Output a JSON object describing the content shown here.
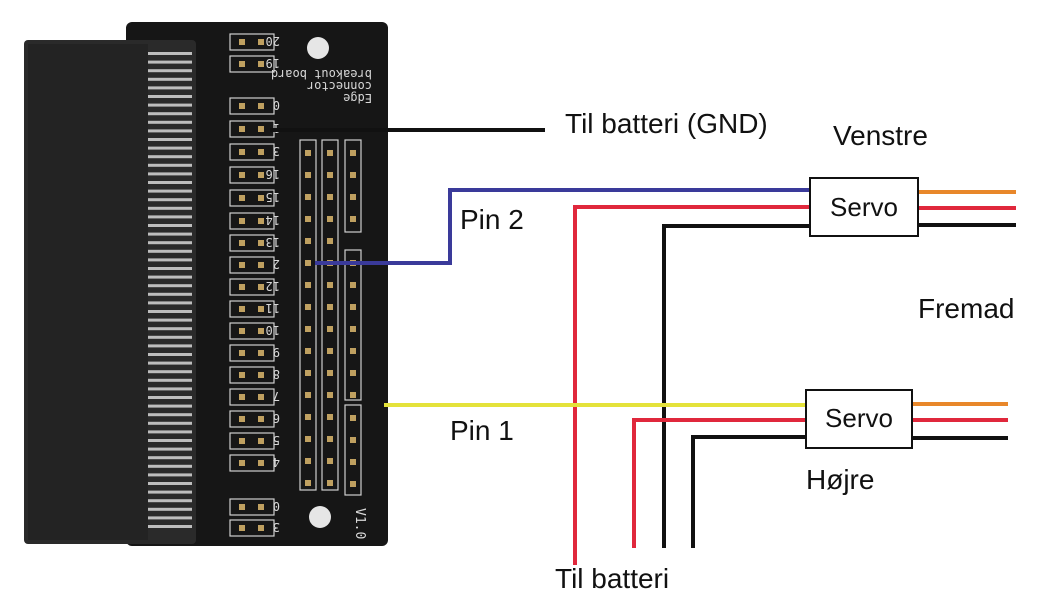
{
  "labels": {
    "gnd": "Til batteri (GND)",
    "venstre": "Venstre",
    "pin2": "Pin 2",
    "servo_top": "Servo",
    "fremad": "Fremad",
    "pin1": "Pin 1",
    "servo_bottom": "Servo",
    "hojre": "Højre",
    "til_batteri": "Til batteri"
  },
  "board": {
    "silk_line1": "Edge",
    "silk_line2": "connector",
    "silk_line3": "breakout board",
    "version": "V1.0",
    "pins": [
      "20",
      "19",
      "0",
      "1",
      "3",
      "16",
      "15",
      "14",
      "13",
      "2",
      "12",
      "11",
      "10",
      "9",
      "8",
      "7",
      "6",
      "5",
      "4",
      "0",
      "3"
    ]
  },
  "colors": {
    "board": "#111111",
    "pin2_wire": "#3a3a9a",
    "pin1_wire": "#e4e23a",
    "power_wire": "#e0283c",
    "ground_wire": "#111111",
    "signal_wire": "#e8872a"
  }
}
